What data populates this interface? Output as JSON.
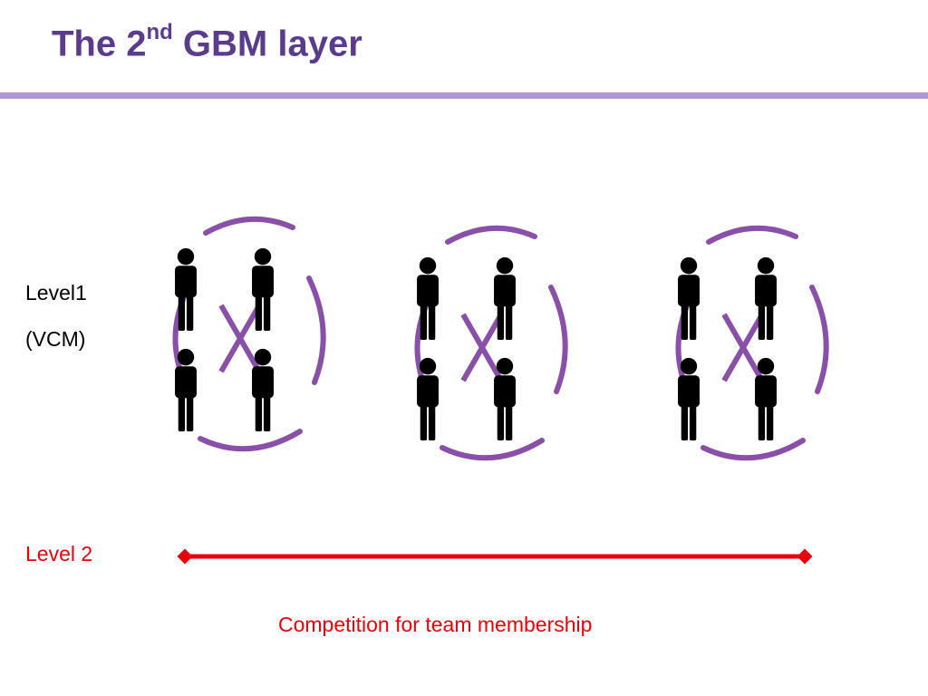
{
  "title": {
    "main": "The 2",
    "superscript": "nd",
    "rest": " GBM layer"
  },
  "level1": {
    "line1": "Level1",
    "line2": "(VCM)"
  },
  "level2": {
    "label": "Level 2"
  },
  "caption": "Competition for team membership",
  "colors": {
    "title": "#5b3b8c",
    "rule": "#b096d2",
    "bracket": "#8a4fa8",
    "person": "#000000",
    "level2": "#e8000b"
  },
  "groups": [
    {
      "members": 4
    },
    {
      "members": 4
    },
    {
      "members": 4
    }
  ]
}
